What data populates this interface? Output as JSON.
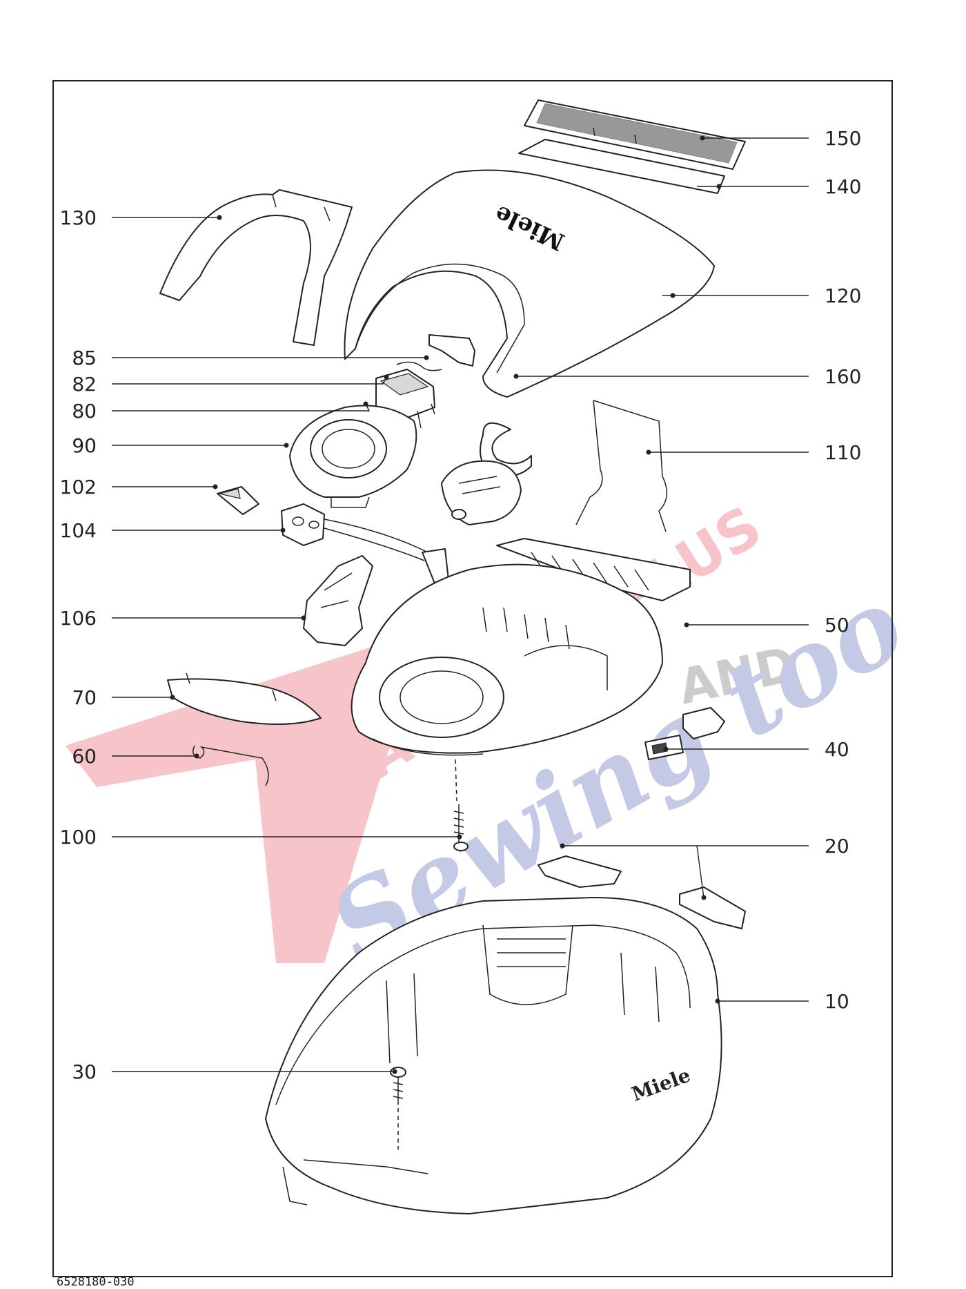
{
  "diagram": {
    "brand_mark": "Miele",
    "document_number": "6528180-030",
    "watermark": {
      "line1": "VACUUMS PLUS",
      "line2": "AND",
      "line3": "Sewing too"
    },
    "parts": [
      {
        "id": "p150",
        "number": "150"
      },
      {
        "id": "p140",
        "number": "140"
      },
      {
        "id": "p130",
        "number": "130"
      },
      {
        "id": "p120",
        "number": "120"
      },
      {
        "id": "p85",
        "number": "85"
      },
      {
        "id": "p82",
        "number": "82"
      },
      {
        "id": "p80",
        "number": "80"
      },
      {
        "id": "p160",
        "number": "160"
      },
      {
        "id": "p90",
        "number": "90"
      },
      {
        "id": "p110",
        "number": "110"
      },
      {
        "id": "p102",
        "number": "102"
      },
      {
        "id": "p104",
        "number": "104"
      },
      {
        "id": "p106",
        "number": "106"
      },
      {
        "id": "p50",
        "number": "50"
      },
      {
        "id": "p70",
        "number": "70"
      },
      {
        "id": "p40",
        "number": "40"
      },
      {
        "id": "p60",
        "number": "60"
      },
      {
        "id": "p100",
        "number": "100"
      },
      {
        "id": "p20",
        "number": "20"
      },
      {
        "id": "p10",
        "number": "10"
      },
      {
        "id": "p30",
        "number": "30"
      }
    ],
    "colors": {
      "line": "#222222",
      "watermark_red": "#e23a4a",
      "watermark_blue": "#3a4aa8",
      "watermark_gray": "#555555"
    }
  }
}
